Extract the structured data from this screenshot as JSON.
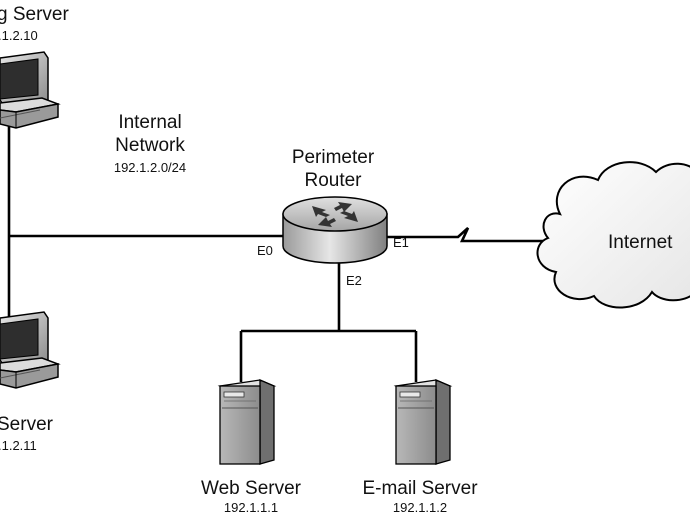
{
  "top_server": {
    "name": "g Server",
    "ip": ".1.2.10"
  },
  "bottom_server": {
    "name": " Server",
    "ip": ".1.2.11"
  },
  "internal_network": {
    "line1": "Internal",
    "line2": "Network",
    "subnet": "192.1.2.0/24"
  },
  "router": {
    "line1": "Perimeter",
    "line2": "Router",
    "e0": "E0",
    "e1": "E1",
    "e2": "E2"
  },
  "internet": {
    "label": "Internet"
  },
  "web_server": {
    "name": "Web Server",
    "ip": "192.1.1.1"
  },
  "email_server": {
    "name": "E-mail Server",
    "ip": "192.1.1.2"
  }
}
